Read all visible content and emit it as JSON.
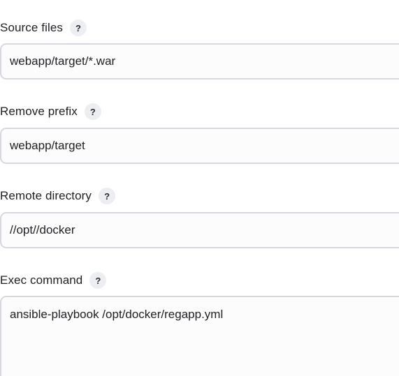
{
  "fields": [
    {
      "label": "Source files",
      "help": "?",
      "value": "webapp/target/*.war"
    },
    {
      "label": "Remove prefix",
      "help": "?",
      "value": "webapp/target"
    },
    {
      "label": "Remote directory",
      "help": "?",
      "value": "//opt//docker"
    },
    {
      "label": "Exec command",
      "help": "?",
      "value": "ansible-playbook /opt/docker/regapp.yml"
    }
  ]
}
